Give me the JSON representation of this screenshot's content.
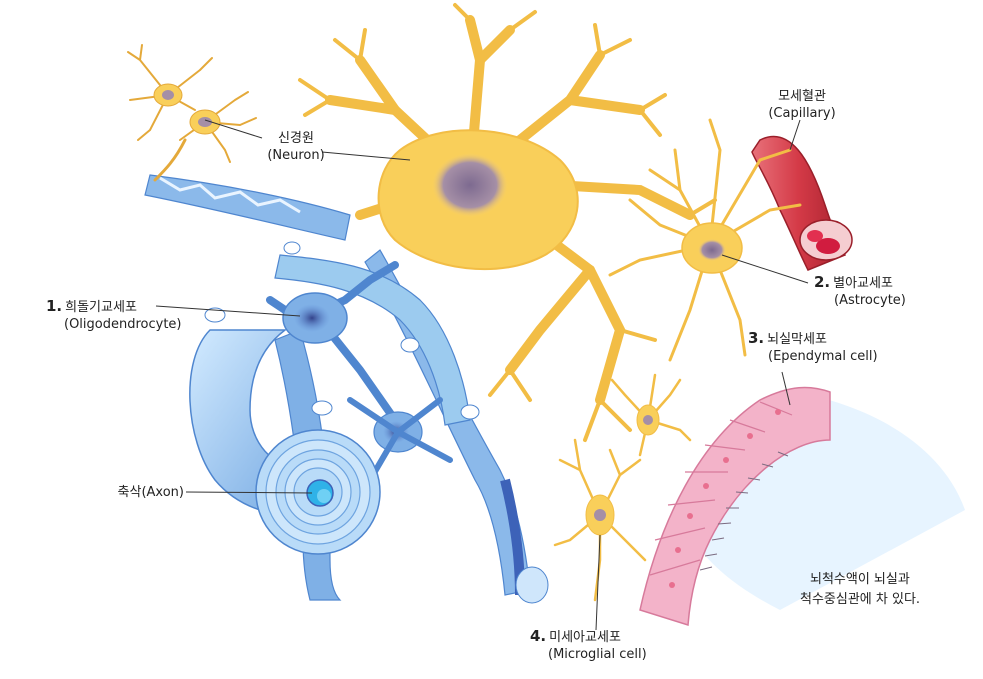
{
  "labels": {
    "neuron": {
      "ko": "신경원",
      "en": "(Neuron)"
    },
    "capillary": {
      "ko": "모세혈관",
      "en": "(Capillary)"
    },
    "astrocyte": {
      "num": "2.",
      "ko": "별아교세포",
      "en": "(Astrocyte)"
    },
    "ependymal": {
      "num": "3.",
      "ko": "뇌실막세포",
      "en": "(Ependymal cell)"
    },
    "oligodendrocyte": {
      "num": "1.",
      "ko": "희돌기교세포",
      "en": "(Oligodendrocyte)"
    },
    "axon": {
      "text": "축삭(Axon)"
    },
    "microglial": {
      "num": "4.",
      "ko": "미세아교세포",
      "en": "(Microglial cell)"
    },
    "csf_note": {
      "line1": "뇌척수액이 뇌실과",
      "line2": "척수중심관에 차 있다."
    }
  },
  "colors": {
    "neuron": "#f9cf5a",
    "neuron_light": "#fde7a0",
    "nucleus": "#8f7a9a",
    "myelin": "#9ccbef",
    "myelin_dark": "#4f86cf",
    "axon": "#3d62b8",
    "capillary": "#d9414c",
    "ependymal": "#f3b3c9",
    "leader_line": "#333333"
  }
}
